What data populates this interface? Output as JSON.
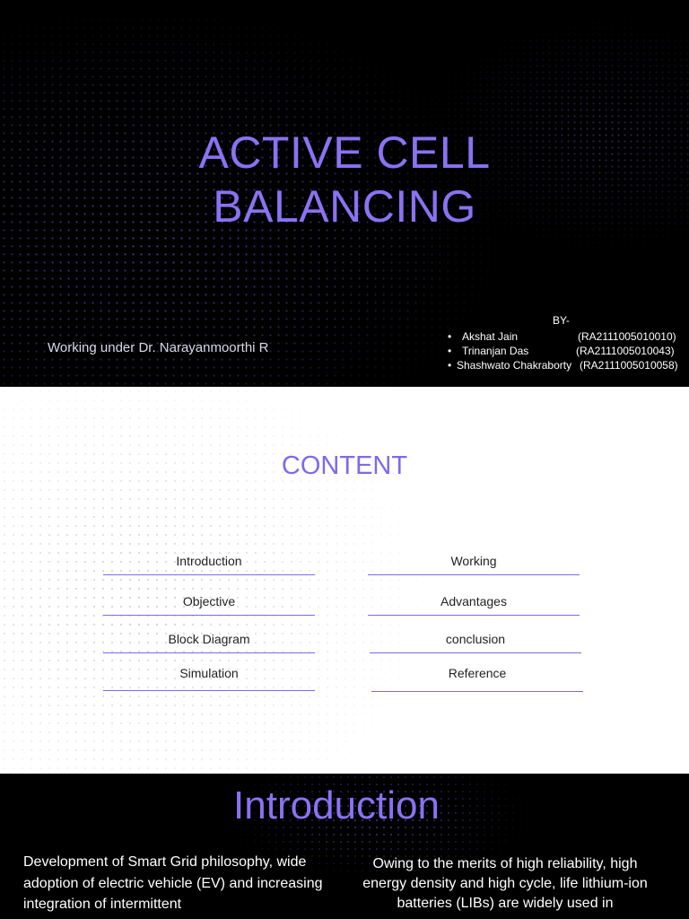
{
  "slide1": {
    "title_line1": "ACTIVE CELL",
    "title_line2": "BALANCING",
    "supervisor": "Working under Dr. Narayanmoorthi R",
    "by_label": "BY-",
    "authors": [
      {
        "name": "Akshat Jain",
        "id": "(RA2111005010010)"
      },
      {
        "name": "Trinanjan Das",
        "id": "(RA2111005010043)"
      },
      {
        "name": "Shashwato Chakraborty",
        "id": "(RA2111005010058)"
      }
    ],
    "colors": {
      "accent": "#8a72f2",
      "background": "#000000"
    }
  },
  "slide2": {
    "title": "CONTENT",
    "left_items": [
      "Introduction",
      "Objective",
      "Block Diagram",
      "Simulation"
    ],
    "right_items": [
      "Working",
      "Advantages",
      "conclusion",
      "Reference"
    ],
    "colors": {
      "accent": "#7f69ef",
      "background": "#ffffff"
    }
  },
  "slide3": {
    "title": "Introduction",
    "left_text": "Development of Smart Grid philosophy, wide adoption of electric vehicle (EV) and increasing integration of intermittent",
    "right_text": "Owing to the merits of high reliability, high energy density and high cycle, life lithium-ion batteries (LIBs) are widely used in"
  }
}
